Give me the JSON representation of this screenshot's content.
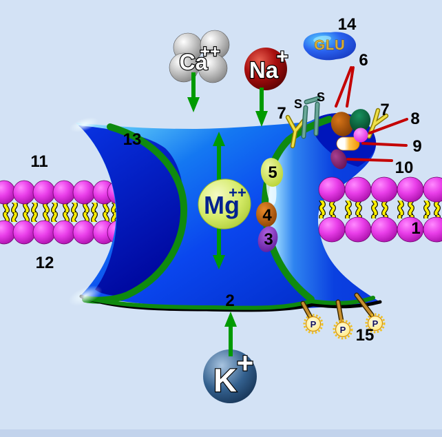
{
  "ions": {
    "calcium": {
      "symbol": "Ca",
      "charge": "++"
    },
    "sodium": {
      "symbol": "Na",
      "charge": "+"
    },
    "magnesium": {
      "symbol": "Mg",
      "charge": "++"
    },
    "potassium": {
      "symbol": "K",
      "charge": "+"
    }
  },
  "ligand": {
    "glutamate": "GLU"
  },
  "bonds": {
    "disulfide_left": "S",
    "disulfide_right": "S"
  },
  "phosphates": {
    "label": "P"
  },
  "callouts": {
    "c1": "1",
    "c2": "2",
    "c3": "3",
    "c4": "4",
    "c5": "5",
    "c6": "6",
    "c7_left": "7",
    "c7_right": "7",
    "c8": "8",
    "c9": "9",
    "c10": "10",
    "c11": "11",
    "c12": "12",
    "c13": "13",
    "c14": "14",
    "c15": "15"
  },
  "colors": {
    "background": "#d3e2f5",
    "membrane_head": "#e93ee9",
    "membrane_tail": "#ffef00",
    "channel_blue": "#0a46ee",
    "channel_dark": "#000a9c",
    "stripe_green": "#0f8a0f",
    "arrow_green": "#009a00",
    "callout_line_red": "#c40000",
    "sodium_sphere": "#8a0b0b",
    "potassium_sphere": "#16324f",
    "calcium_sphere": "#9c9c9c",
    "magnesium_blob": "#cfe75f",
    "glutamate_blob": "#2a62ef",
    "antibody_yellow": "#eed94a",
    "phosphate_yellow": "#ffdf5e"
  }
}
